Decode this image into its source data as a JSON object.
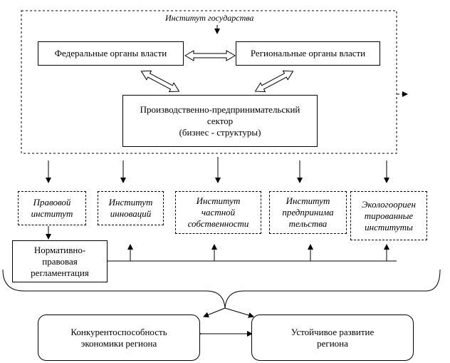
{
  "state_institute_title": "Институт государства",
  "federal_box": "Федеральные органы власти",
  "regional_box": "Региональные органы власти",
  "business_box": "Производственно-предпринимательский\nсектор\n(бизнес - структуры)",
  "institutes": [
    "Правовой\nинститут",
    "Институт\nинноваций",
    "Институт\nчастной\nсобственности",
    "Институт\nпредпринима\nтельства",
    "Экологоориен\nтированные\nинституты"
  ],
  "regulation_box": "Нормативно-\nправовая\nрегламентация",
  "competitiveness_box": "Конкурентоспособность\nэкономики региона",
  "sustainable_box": "Устойчивое развитие\nрегиона"
}
